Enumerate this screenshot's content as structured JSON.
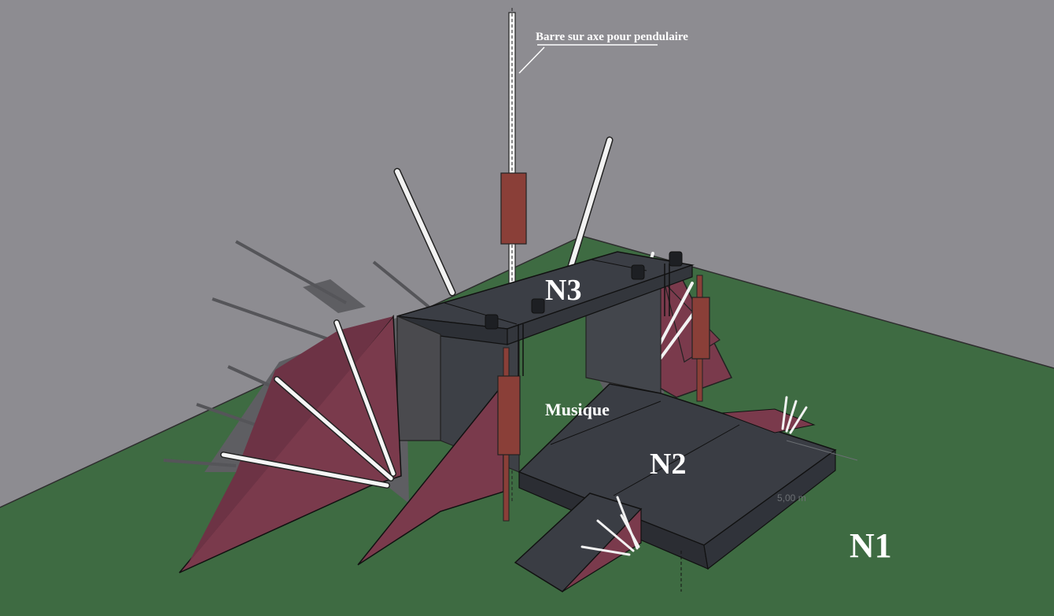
{
  "labels": {
    "pendulum_bar": "Barre sur axe pour pendulaire",
    "n3": "N3",
    "musique": "Musique",
    "n2": "N2",
    "n1": "N1",
    "dimension": "5,00 m"
  },
  "colors": {
    "wall": "#8d8c91",
    "ground": "#3e6b42",
    "platform": "#3a3d44",
    "sail": "#7a3a4c",
    "pole": "#f2f2f2",
    "banner": "#8a3f38"
  }
}
